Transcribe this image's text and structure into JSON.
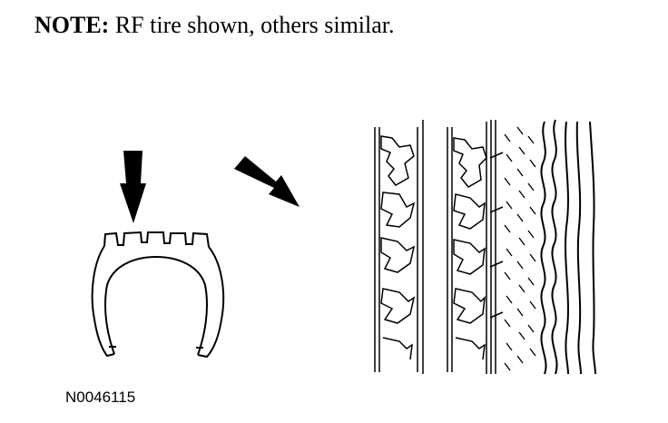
{
  "note": {
    "label": "NOTE:",
    "text": " RF tire shown, others similar."
  },
  "figure_id": "N0046115",
  "colors": {
    "ink": "#000000",
    "paper": "#ffffff"
  },
  "icons": [
    "down-arrow-icon",
    "diagonal-arrow-icon"
  ]
}
